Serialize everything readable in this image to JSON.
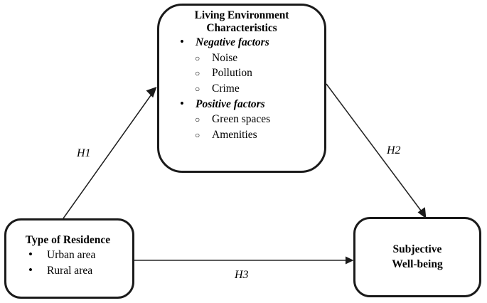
{
  "diagram": {
    "type": "conceptual-model",
    "background_color": "#ffffff",
    "line_color": "#1a1a1a",
    "nodes": [
      {
        "id": "living-environment",
        "title_lines": [
          "Living Environment",
          "Characteristics"
        ],
        "groups": [
          {
            "label": "Negative factors",
            "marker": "•",
            "items": [
              "Noise",
              "Pollution",
              "Crime"
            ],
            "sub_marker": "○"
          },
          {
            "label": "Positive factors",
            "marker": "•",
            "items": [
              "Green spaces",
              "Amenities"
            ],
            "sub_marker": "○"
          }
        ]
      },
      {
        "id": "type-of-residence",
        "title_lines": [
          "Type of Residence"
        ],
        "items": [
          "Urban area",
          "Rural area"
        ],
        "marker": "•"
      },
      {
        "id": "subjective-wellbeing",
        "title_lines": [
          "Subjective",
          "Well-being"
        ]
      }
    ],
    "edges": [
      {
        "id": "h1",
        "label": "H1",
        "from": "type-of-residence",
        "to": "living-environment"
      },
      {
        "id": "h2",
        "label": "H2",
        "from": "living-environment",
        "to": "subjective-wellbeing"
      },
      {
        "id": "h3",
        "label": "H3",
        "from": "type-of-residence",
        "to": "subjective-wellbeing"
      }
    ]
  }
}
